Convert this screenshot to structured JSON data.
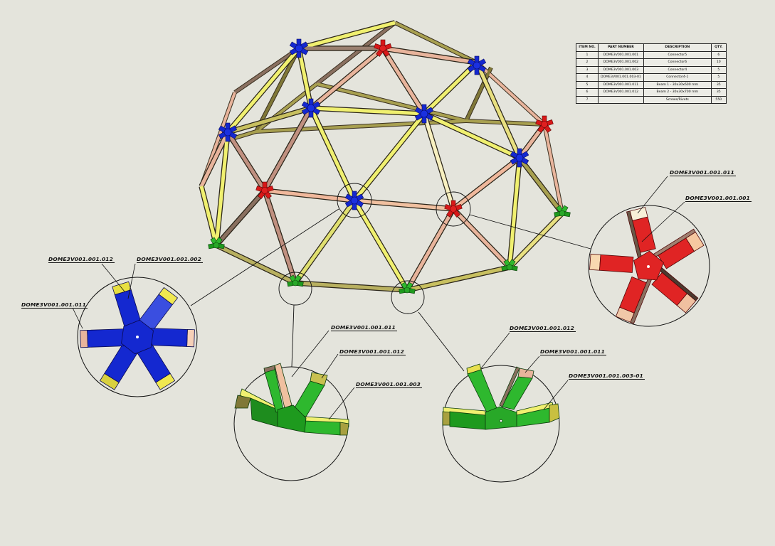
{
  "drawing": {
    "background": "#E4E4DC",
    "subject": "3V geodesic dome assembly with detail views of connectors"
  },
  "bom_table": {
    "headers": [
      "ITEM NO.",
      "PART NUMBER",
      "DESCRIPTION",
      "QTY."
    ],
    "rows": [
      {
        "item": "1",
        "part_number": "DOME3V001.001.001",
        "description": "Connector5",
        "qty": "6"
      },
      {
        "item": "2",
        "part_number": "DOME3V001.001.002",
        "description": "Connector6",
        "qty": "10"
      },
      {
        "item": "3",
        "part_number": "DOME3V001.001.003",
        "description": "Connector4",
        "qty": "5"
      },
      {
        "item": "4",
        "part_number": "DOME3V001.001.003-01",
        "description": "Connector4-1",
        "qty": "5"
      },
      {
        "item": "5",
        "part_number": "DOME3V001.001.011",
        "description": "Beam 1 - 30x30x600 mm",
        "qty": "35"
      },
      {
        "item": "6",
        "part_number": "DOME3V001.001.012",
        "description": "Beam 2 - 30x30x700 mm",
        "qty": "35"
      },
      {
        "item": "7",
        "part_number": "",
        "description": "Screws/Rivets",
        "qty": "550"
      }
    ]
  },
  "callouts": {
    "red_detail_top": "DOME3V001.001.011",
    "red_detail_bottom": "DOME3V001.001.001",
    "blue_detail_left_top": "DOME3V001.001.012",
    "blue_detail_right_top": "DOME3V001.001.002",
    "blue_detail_left": "DOME3V001.001.011",
    "green1_detail_a": "DOME3V001.001.011",
    "green1_detail_b": "DOME3V001.001.012",
    "green1_detail_c": "DOME3V001.001.003",
    "green2_detail_a": "DOME3V001.001.012",
    "green2_detail_b": "DOME3V001.001.011",
    "green2_detail_c": "DOME3V001.001.003-01"
  },
  "colors": {
    "connector6": "#1428D0",
    "connector5": "#E01818",
    "connector4": "#2EB82E",
    "beam_yellow": "#F0F070",
    "beam_olive": "#A8A050",
    "beam_pink": "#E8B49C",
    "beam_brown": "#8A7060"
  }
}
